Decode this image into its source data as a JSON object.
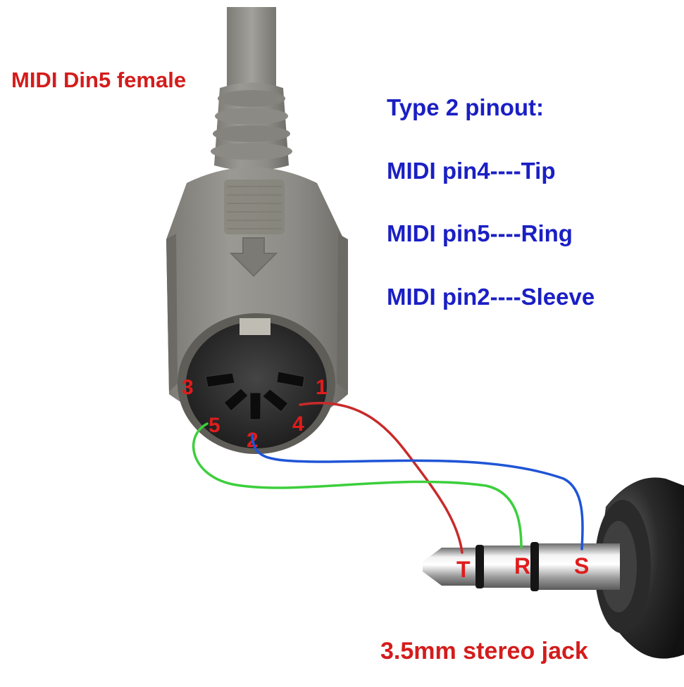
{
  "connector_label": "MIDI Din5 female",
  "pinout": {
    "title": "Type 2 pinout:",
    "lines": [
      "MIDI pin4----Tip",
      "MIDI pin5----Ring",
      "MIDI pin2----Sleeve"
    ]
  },
  "din_pins": [
    "3",
    "1",
    "5",
    "4",
    "2"
  ],
  "jack_contacts": [
    "T",
    "R",
    "S"
  ],
  "jack_label": "3.5mm stereo jack",
  "colors": {
    "label_red": "#d41c1c",
    "label_blue": "#1a1fc4",
    "connector_gray": "#8f8d88",
    "wire_red": "#c82a2a",
    "wire_green": "#3ccf3c",
    "wire_blue": "#1f55d6"
  }
}
